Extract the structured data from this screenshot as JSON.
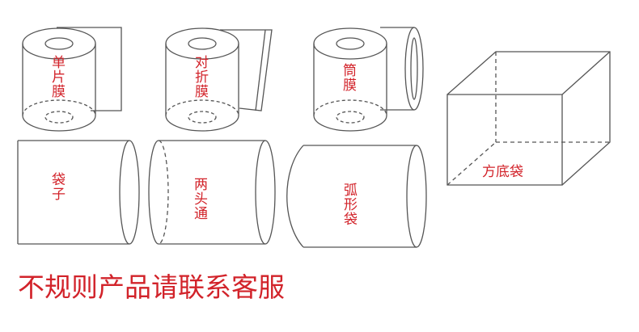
{
  "shapes": [
    {
      "id": "single-film",
      "label": "单片膜"
    },
    {
      "id": "folded-film",
      "label": "对折膜"
    },
    {
      "id": "tube-film",
      "label": "筒膜"
    },
    {
      "id": "square-bottom-bag",
      "label": "方底袋"
    },
    {
      "id": "bag",
      "label": "袋子"
    },
    {
      "id": "both-ends-open",
      "label": "两头通"
    },
    {
      "id": "curved-bag",
      "label": "弧形袋"
    }
  ],
  "footer": {
    "text": "不规则产品请联系客服"
  },
  "colors": {
    "line": "#555555",
    "label": "#d2232a",
    "background": "#ffffff"
  }
}
